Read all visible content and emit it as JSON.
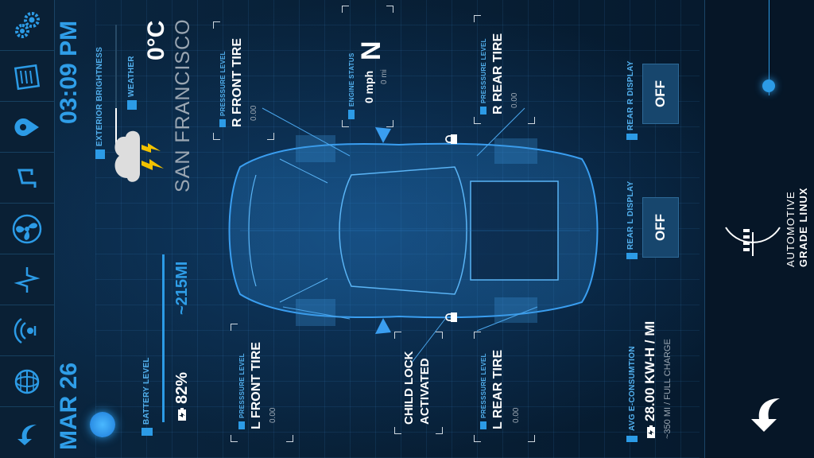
{
  "status": {
    "date": "MAR 26",
    "time": "03:09 PM",
    "exterior_brightness_label": "EXTERIOR BRIGHTNESS",
    "weather_label": "WEATHER",
    "temperature": "0°C",
    "city": "SAN FRANCISCO",
    "battery_label": "BATTERY LEVEL",
    "battery_percent": "82%",
    "range": "~215MI",
    "exterior_brightness_level": 0.3,
    "battery_level": 0.82
  },
  "nav": {
    "items": [
      {
        "icon": "back-arrow-icon"
      },
      {
        "icon": "globe-icon"
      },
      {
        "icon": "radio-icon"
      },
      {
        "icon": "hvac-icon"
      },
      {
        "icon": "fan-icon"
      },
      {
        "icon": "media-icon"
      },
      {
        "icon": "location-pin-icon"
      },
      {
        "icon": "news-icon"
      },
      {
        "icon": "settings-gears-icon"
      }
    ]
  },
  "vehicle": {
    "engine_status_label": "ENGINE STATUS",
    "gear": "N",
    "speed": "0 mph",
    "odometer": "0 mi",
    "child_lock_line1": "CHILD LOCK",
    "child_lock_line2": "ACTIVATED",
    "pressure_label": "PRESSSURE LEVEL",
    "tires": {
      "lf": {
        "name": "L FRONT TIRE",
        "value": "0.00"
      },
      "rf": {
        "name": "R FRONT TIRE",
        "value": "0.00"
      },
      "lr": {
        "name": "L REAR TIRE",
        "value": "0.00"
      },
      "rr": {
        "name": "R REAR TIRE",
        "value": "0.00"
      }
    }
  },
  "energy": {
    "label": "AVG E-CONSUMTION",
    "value": "28.00 KW-H / MI",
    "range_note": "~350 MI / FULL CHARGE"
  },
  "rear_displays": {
    "left": {
      "label": "REAR L DISPLAY",
      "state": "OFF"
    },
    "right": {
      "label": "REAR R DISPLAY",
      "state": "OFF"
    }
  },
  "brand": {
    "line1": "AUTOMOTIVE",
    "line2": "GRADE LINUX"
  },
  "colors": {
    "accent": "#2c9be6",
    "background": "#061a2c"
  }
}
